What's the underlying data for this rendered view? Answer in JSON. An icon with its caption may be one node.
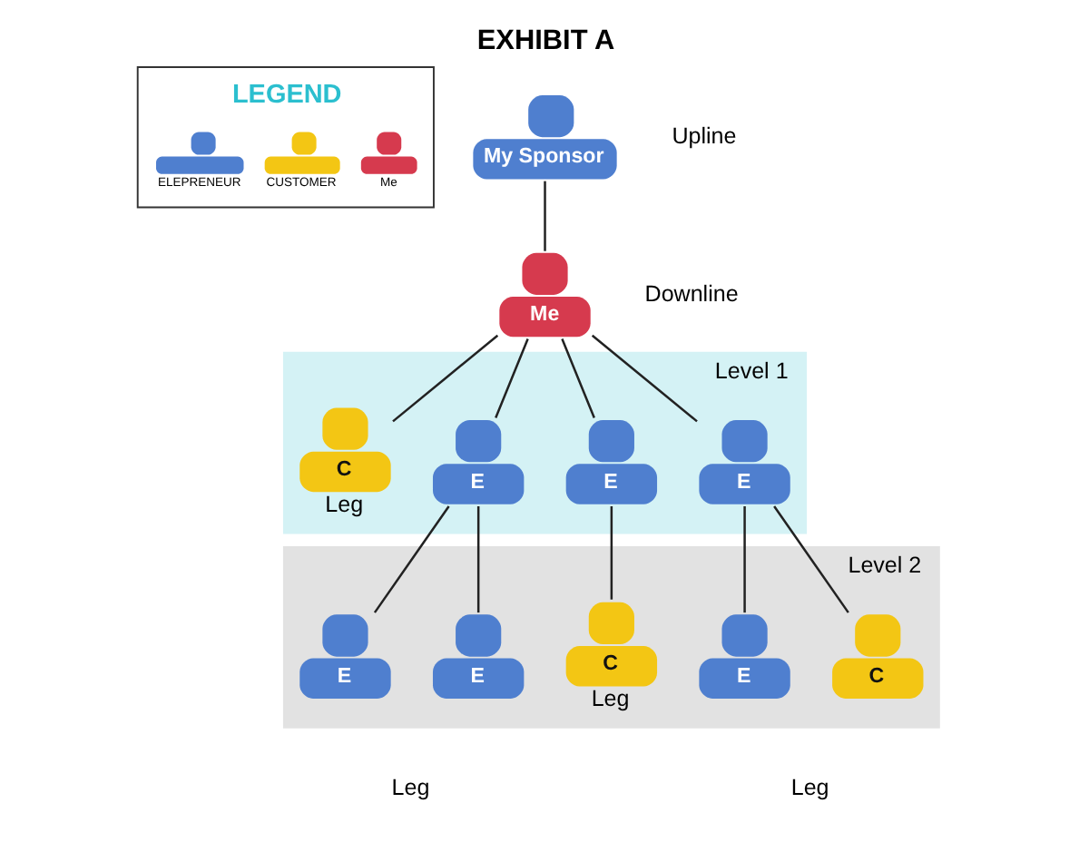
{
  "diagram": {
    "title": "EXHIBIT A",
    "nodes": [
      {
        "text": [
          "My Sponsor"
        ]
      },
      {
        "text": [
          "Me"
        ]
      },
      {
        "text": [
          "Level 1"
        ]
      },
      {
        "text": [
          "C"
        ],
        "in": 2,
        "beside": [
          "Leg"
        ]
      },
      {
        "text": [
          "E"
        ],
        "in": 2
      },
      {
        "text": [
          "E"
        ],
        "in": 2
      },
      {
        "text": [
          "E"
        ],
        "in": 2
      },
      {
        "text": [
          "Level 2"
        ]
      },
      {
        "text": [
          "E"
        ],
        "in": 7
      },
      {
        "text": [
          "E"
        ],
        "in": 7
      },
      {
        "text": [
          "C"
        ],
        "in": 7,
        "beside": [
          "Leg"
        ]
      },
      {
        "text": [
          "E"
        ],
        "in": 7
      },
      {
        "text": [
          "C"
        ],
        "in": 7
      }
    ],
    "edges": [
      {
        "from": 0,
        "to": 1,
        "arrow": "none"
      },
      {
        "from": 1,
        "to": 3,
        "arrow": "none"
      },
      {
        "from": 1,
        "to": 4,
        "arrow": "none"
      },
      {
        "from": 1,
        "to": 5,
        "arrow": "none"
      },
      {
        "from": 1,
        "to": 6,
        "arrow": "none"
      },
      {
        "from": 4,
        "to": 8,
        "arrow": "none"
      },
      {
        "from": 4,
        "to": 9,
        "arrow": "none"
      },
      {
        "from": 5,
        "to": 10,
        "arrow": "none"
      },
      {
        "from": 6,
        "to": 11,
        "arrow": "none"
      },
      {
        "from": 6,
        "to": 12,
        "arrow": "none"
      }
    ],
    "labels": [
      "LEGEND",
      "Upline",
      "Downline",
      "Leg",
      "Leg"
    ],
    "legend": [
      {
        "text": "ELEPRENEUR",
        "color": "#4f7fcf"
      },
      {
        "text": "CUSTOMER",
        "color": "#f3c614"
      },
      {
        "text": "Me",
        "color": "#d63a4e"
      }
    ]
  }
}
